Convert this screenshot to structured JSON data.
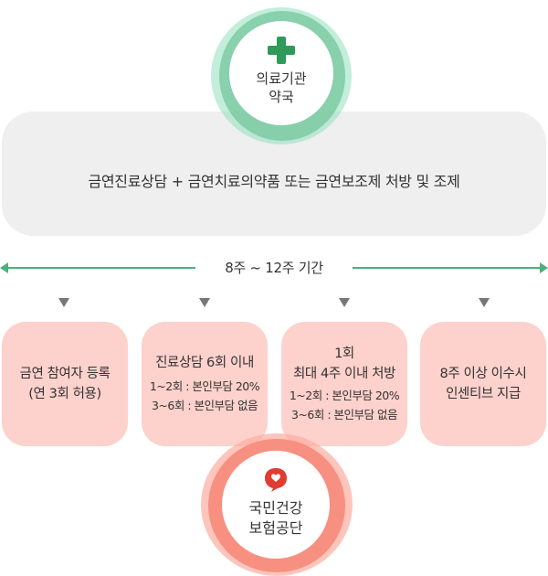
{
  "provider": {
    "label_lines": [
      "의료기관",
      "약국"
    ],
    "icon": "medical-cross-icon",
    "color": "#2e9b5b"
  },
  "services": {
    "text": "금연진료상담 + 금연치료의약품 또는 금연보조제 처방 및 조제"
  },
  "period": {
    "label": "8주 ~ 12주 기간"
  },
  "steps": [
    {
      "lines": [
        "금연 참여자 등록",
        "(연 3회 허용)"
      ],
      "sub": []
    },
    {
      "lines": [
        "진료상담 6회 이내"
      ],
      "sub": [
        "1~2회 : 본인부담 20%",
        "3~6회 : 본인부담 없음"
      ]
    },
    {
      "lines": [
        "1회",
        "최대 4주 이내 처방"
      ],
      "sub": [
        "1~2회 : 본인부담 20%",
        "3~6회 : 본인부담 없음"
      ]
    },
    {
      "lines": [
        "8주 이상 이수시",
        "인센티브 지급"
      ],
      "sub": []
    }
  ],
  "insurer": {
    "label_lines": [
      "국민건강",
      "보험공단"
    ],
    "icon": "nhis-heart-logo-icon",
    "color": "#e23b32"
  },
  "colors": {
    "accent_green": "#4caf7d",
    "step_bg": "#fdd1cc",
    "service_bg": "#efefef"
  }
}
